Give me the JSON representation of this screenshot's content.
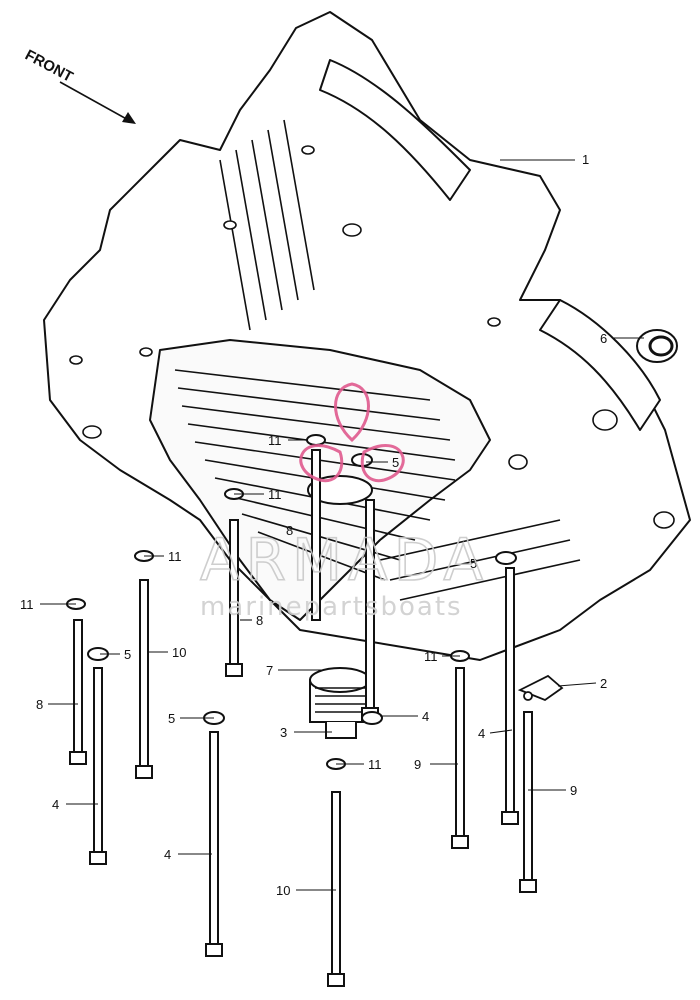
{
  "diagram": {
    "front_label": "FRONT",
    "watermark": {
      "brand": "ARMADA",
      "tagline": "marinepartsboats",
      "accent_color": "#e05a8e"
    },
    "callouts": [
      {
        "id": "c1",
        "number": "1"
      },
      {
        "id": "c2",
        "number": "2"
      },
      {
        "id": "c3",
        "number": "3"
      },
      {
        "id": "c4a",
        "number": "4"
      },
      {
        "id": "c4b",
        "number": "4"
      },
      {
        "id": "c4c",
        "number": "4"
      },
      {
        "id": "c4d",
        "number": "4"
      },
      {
        "id": "c5a",
        "number": "5"
      },
      {
        "id": "c5b",
        "number": "5"
      },
      {
        "id": "c5c",
        "number": "5"
      },
      {
        "id": "c5d",
        "number": "5"
      },
      {
        "id": "c6",
        "number": "6"
      },
      {
        "id": "c7",
        "number": "7"
      },
      {
        "id": "c8a",
        "number": "8"
      },
      {
        "id": "c8b",
        "number": "8"
      },
      {
        "id": "c8c",
        "number": "8"
      },
      {
        "id": "c9a",
        "number": "9"
      },
      {
        "id": "c9b",
        "number": "9"
      },
      {
        "id": "c10a",
        "number": "10"
      },
      {
        "id": "c10b",
        "number": "10"
      },
      {
        "id": "c11a",
        "number": "11"
      },
      {
        "id": "c11b",
        "number": "11"
      },
      {
        "id": "c11c",
        "number": "11"
      },
      {
        "id": "c11d",
        "number": "11"
      },
      {
        "id": "c11e",
        "number": "11"
      },
      {
        "id": "c11f",
        "number": "11"
      }
    ]
  }
}
